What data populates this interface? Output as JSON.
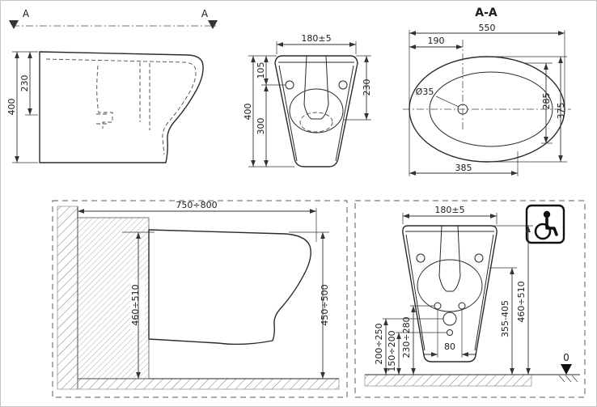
{
  "labels": {
    "section_a_left": "A",
    "section_a_right": "A",
    "section_title": "A-A",
    "side_height": "400",
    "side_depth": "230",
    "front_width": "180±5",
    "front_hole_top": "105",
    "front_height": "400",
    "front_hole_bottom": "300",
    "front_side": "230",
    "plan_length": "550",
    "plan_hole_offset": "190",
    "plan_hole_diameter": "Ø35",
    "plan_inner_width": "285",
    "plan_width": "375",
    "plan_bowl_length": "385",
    "inst_depth": "750÷800",
    "inst_frame_height": "460÷510",
    "inst_rim_height": "450÷500",
    "instf_width": "180±5",
    "instf_fix_height": "230÷280",
    "instf_drain_height": "200÷250",
    "instf_inlet_height": "150÷200",
    "instf_fix_spacing": "80",
    "instf_mid_height": "355-405",
    "instf_rim_height": "460÷510",
    "floor_level": "0"
  },
  "icons": {
    "accessibility": "wheelchair-icon"
  },
  "colors": {
    "line": "#2a2a2a",
    "dimension": "#333333",
    "background": "#ffffff"
  }
}
